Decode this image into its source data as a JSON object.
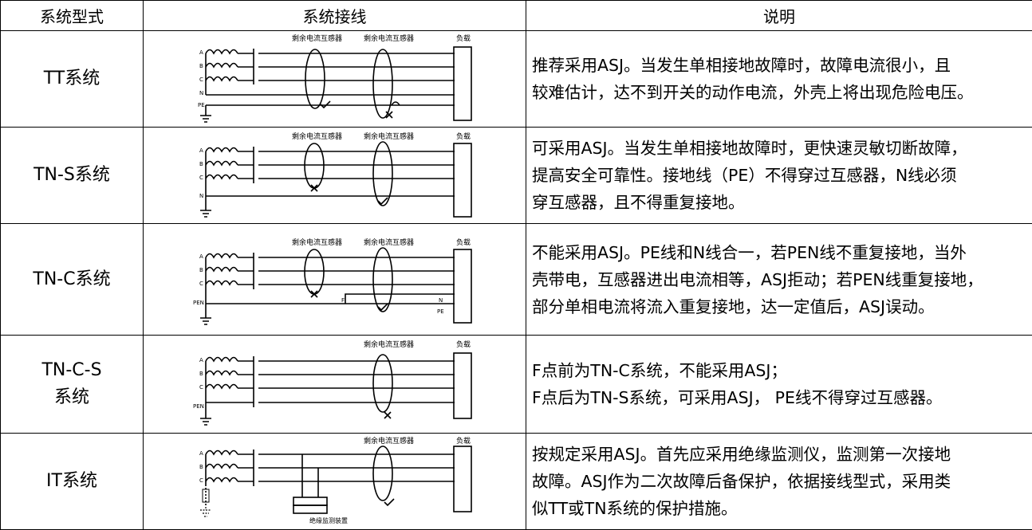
{
  "header": {
    "col_system": "系统型式",
    "col_wiring": "系统接线",
    "col_desc": "说明"
  },
  "diagram_labels": {
    "rcd": "剩余电流互感器",
    "load": "负载",
    "phases": [
      "A",
      "B",
      "C"
    ],
    "n": "N",
    "pe": "PE",
    "pen": "PEN",
    "f": "F",
    "imd": "绝缘监测装置"
  },
  "rows": [
    {
      "type": [
        "TT系统"
      ],
      "desc": [
        "推荐采用ASJ。当发生单相接地故障时，故障电流很小，且",
        "较难估计，达不到开关的动作电流，外壳上将出现危险电压。"
      ]
    },
    {
      "type": [
        "TN-S系统"
      ],
      "desc": [
        "可采用ASJ。当发生单相接地故障时，更快速灵敏切断故障，",
        "提高安全可靠性。接地线（PE）不得穿过互感器，N线必须",
        "穿互感器，且不得重复接地。"
      ]
    },
    {
      "type": [
        "TN-C系统"
      ],
      "desc": [
        "不能采用ASJ。PE线和N线合一，若PEN线不重复接地，当外",
        "壳带电，互感器进出电流相等，ASJ拒动；若PEN线重复接地，",
        "部分单相电流将流入重复接地，达一定值后，ASJ误动。"
      ]
    },
    {
      "type": [
        "TN-C-S",
        "系统"
      ],
      "desc": [
        "F点前为TN-C系统，不能采用ASJ；",
        "F点后为TN-S系统，可采用ASJ， PE线不得穿过互感器。"
      ]
    },
    {
      "type": [
        "IT系统"
      ],
      "desc": [
        "按规定采用ASJ。首先应采用绝缘监测仪，监测第一次接地",
        "故障。ASJ作为二次故障后备保护，依据接线型式，采用类",
        "似TT或TN系统的保护措施。"
      ]
    }
  ]
}
